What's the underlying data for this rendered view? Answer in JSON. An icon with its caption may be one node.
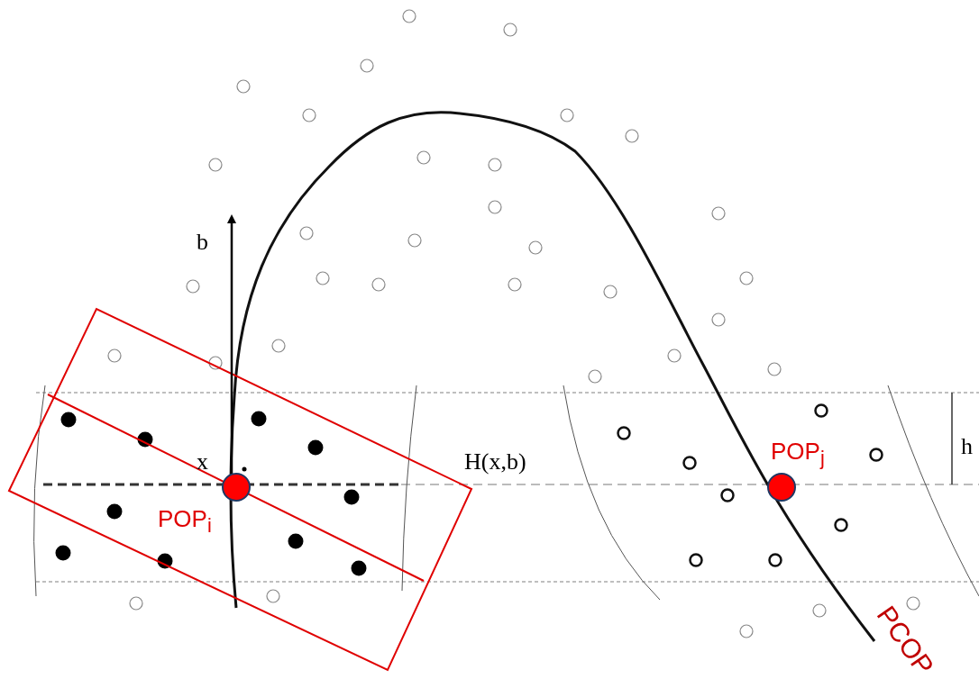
{
  "diagram": {
    "labels": [
      "b",
      "x",
      "H(x,b)",
      "h",
      "POP$_{i}$",
      "POP$_{j}$",
      "PCOP"
    ]
  }
}
